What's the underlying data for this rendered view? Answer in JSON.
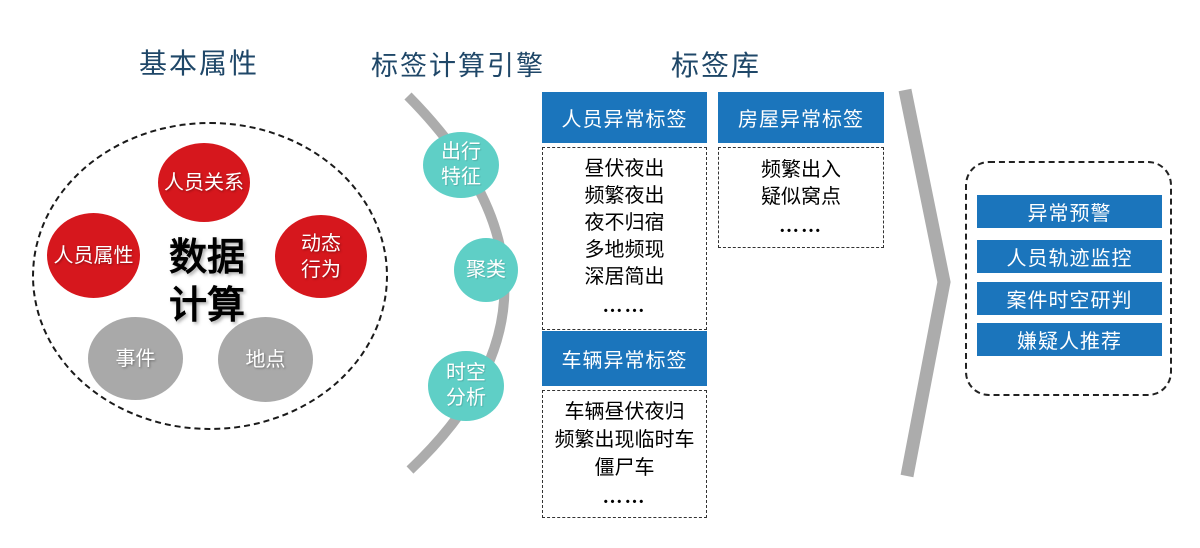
{
  "titles": {
    "basic_attributes": "基本属性",
    "label_engine": "标签计算引擎",
    "label_library": "标签库"
  },
  "data_cluster": {
    "center": "数据\n计算",
    "nodes": [
      {
        "label": "人员关系",
        "type": "red"
      },
      {
        "label": "人员属性",
        "type": "red"
      },
      {
        "label": "动态\n行为",
        "type": "red"
      },
      {
        "label": "事件",
        "type": "gray"
      },
      {
        "label": "地点",
        "type": "gray"
      }
    ]
  },
  "engine_steps": [
    {
      "label": "出行\n特征"
    },
    {
      "label": "聚类"
    },
    {
      "label": "时空\n分析"
    }
  ],
  "label_library": {
    "person": {
      "header": "人员异常标签",
      "items": [
        "昼伏夜出",
        "频繁夜出",
        "夜不归宿",
        "多地频现",
        "深居简出",
        "……"
      ]
    },
    "house": {
      "header": "房屋异常标签",
      "items": [
        "频繁出入",
        "疑似窝点",
        "……"
      ]
    },
    "vehicle": {
      "header": "车辆异常标签",
      "items": [
        "车辆昼伏夜归",
        "频繁出现临时车",
        "僵尸车",
        "……"
      ]
    }
  },
  "applications": {
    "items": [
      "异常预警",
      "人员轨迹监控",
      "案件时空研判",
      "嫌疑人推荐"
    ]
  },
  "colors": {
    "title_navy": "#1F4768",
    "node_red": "#D6171D",
    "node_gray": "#A9A9A9",
    "step_teal": "#5FCFC6",
    "header_blue": "#1B75BC",
    "connector_gray": "#ACACAC"
  }
}
